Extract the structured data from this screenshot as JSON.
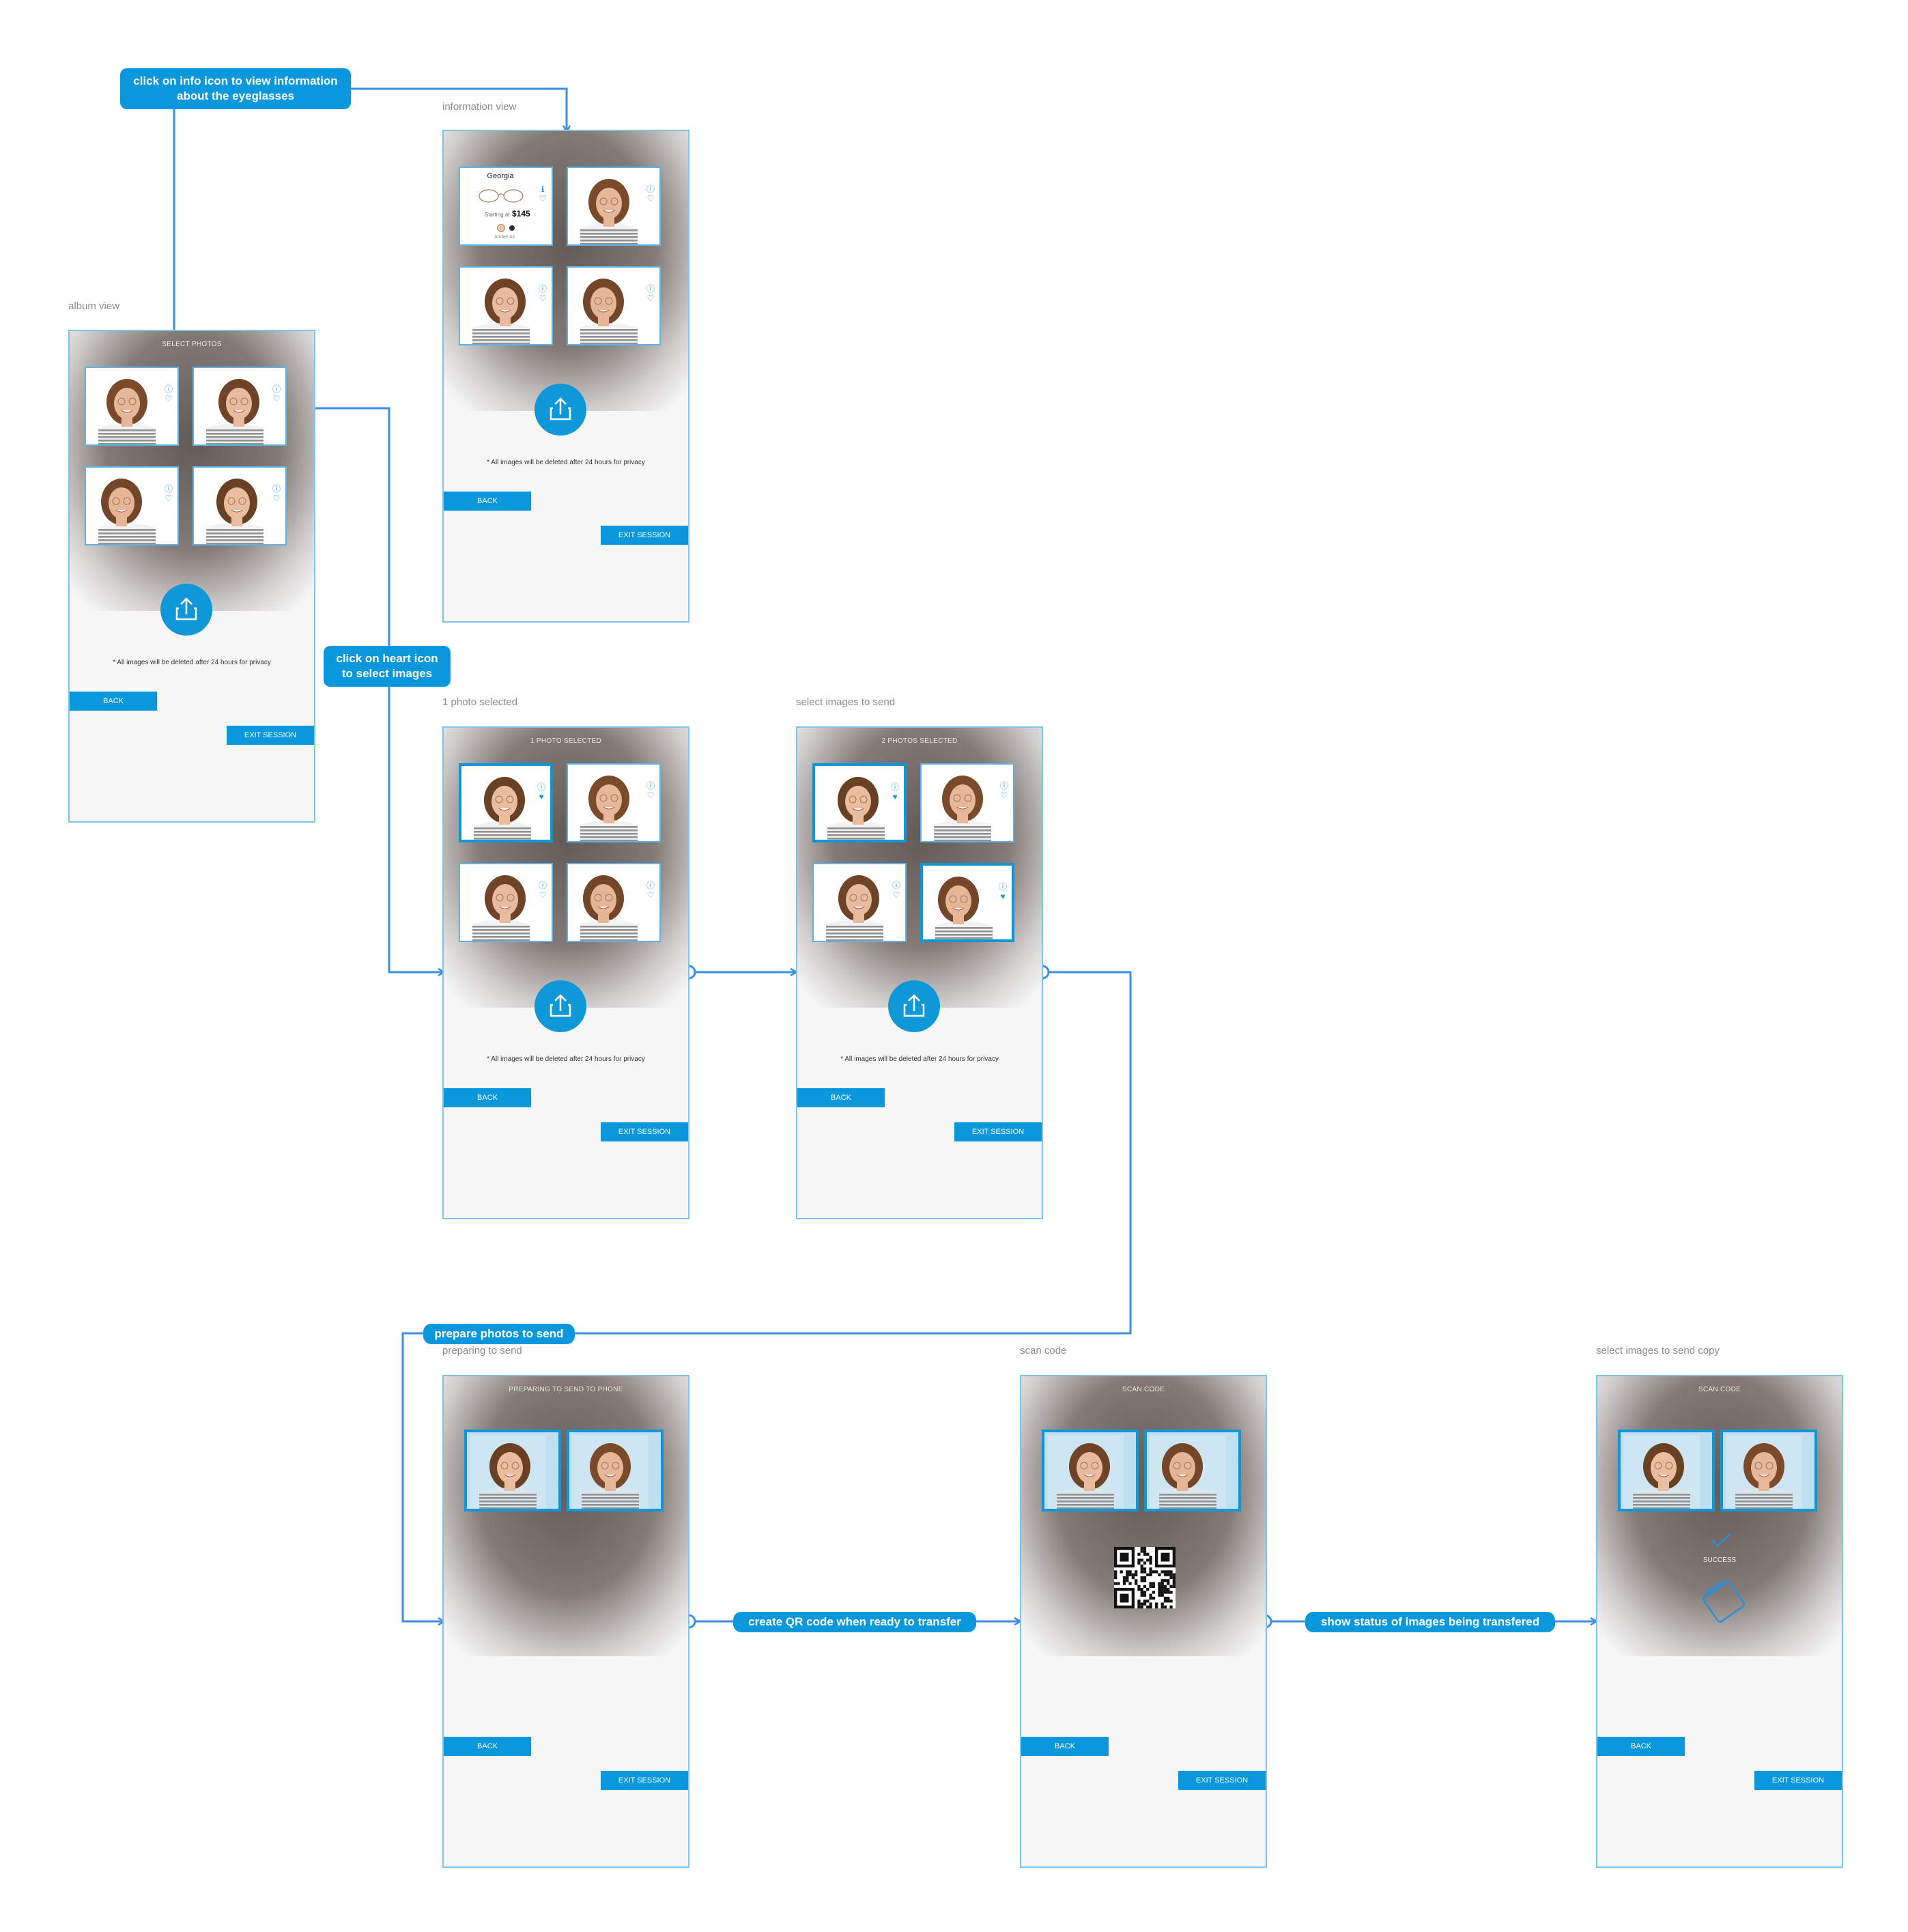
{
  "screens": {
    "album": {
      "label": "album view",
      "title": "SELECT PHOTOS",
      "note": "* All images will be deleted after 24 hours for privacy",
      "back": "BACK",
      "exit": "EXIT SESSION"
    },
    "info": {
      "label": "information view",
      "note": "* All images will be deleted after 24 hours for privacy",
      "back": "BACK",
      "exit": "EXIT SESSION",
      "card": {
        "name": "Georgia",
        "starting": "Starting at",
        "price": "$145",
        "meta": "Amber   A1"
      }
    },
    "one": {
      "label": "1 photo selected",
      "title": "1 PHOTO SELECTED",
      "note": "* All images will be deleted after 24 hours for privacy",
      "back": "BACK",
      "exit": "EXIT SESSION"
    },
    "two": {
      "label": "select images to send",
      "title": "2 PHOTOS SELECTED",
      "note": "* All images will be deleted after 24 hours for privacy",
      "back": "BACK",
      "exit": "EXIT SESSION"
    },
    "preparing": {
      "label": "preparing to send",
      "title": "PREPARING TO SEND TO PHONE",
      "back": "BACK",
      "exit": "EXIT SESSION"
    },
    "scan": {
      "label": "scan code",
      "title": "SCAN CODE",
      "back": "BACK",
      "exit": "EXIT SESSION"
    },
    "done": {
      "label": "select images to send copy",
      "title": "SCAN CODE",
      "status": "SUCCESS",
      "back": "BACK",
      "exit": "EXIT SESSION"
    }
  },
  "callouts": {
    "info_line1": "click on info icon to view information",
    "info_line2": "about the eyeglasses",
    "heart_line1": "click on heart icon",
    "heart_line2": "to select images",
    "prepare": "prepare photos to send",
    "qr": "create QR code when ready to transfer",
    "status": "show status of images being transfered"
  },
  "colors": {
    "accent": "#0a97dc",
    "frame": "#7fc4ee",
    "wire": "#3a8ee8",
    "background": "#ffffff"
  },
  "icons": [
    "upload-icon",
    "info-icon",
    "heart-icon",
    "heart-filled-icon",
    "check-icon",
    "phone-icon",
    "qr-code"
  ]
}
